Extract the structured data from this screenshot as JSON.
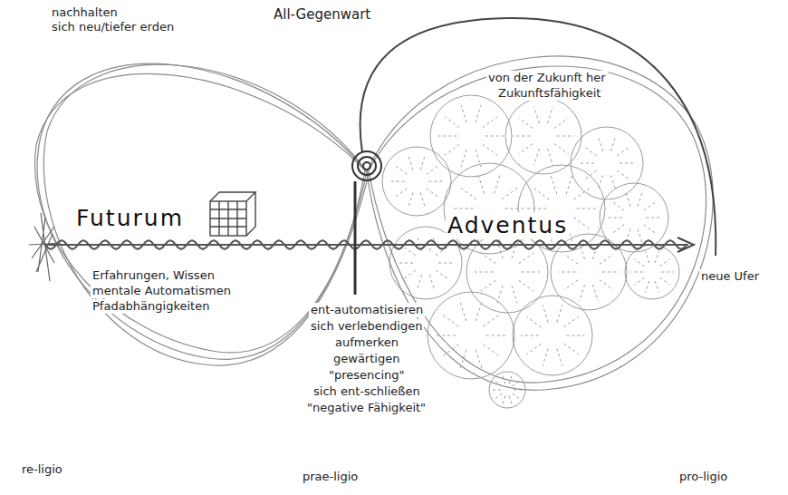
{
  "diagram": {
    "labels": [
      "nachhalten",
      "sich neu/tiefer erden",
      "All-Gegenwart",
      "von der Zukunft her",
      "Zukunftsfähigkeit",
      "Futurum",
      "Adventus",
      "Erfahrungen, Wissen",
      "mentale Automatismen",
      "Pfadabhängigkeiten",
      "ent-automatisieren",
      "sich verlebendigen",
      "aufmerken",
      "gewärtigen",
      "\"presencing\"",
      "sich ent-schließen",
      "\"negative Fähigkeit\"",
      "neue Ufer",
      "re-ligio",
      "prae-ligio",
      "pro-ligio"
    ]
  }
}
